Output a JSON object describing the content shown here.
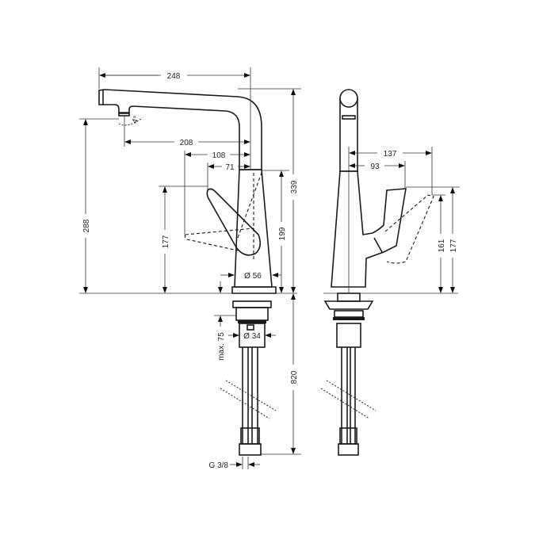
{
  "drawing": {
    "title": "Kitchen faucet technical dimension drawing",
    "views": [
      "front-view",
      "side-view"
    ],
    "front_view": {
      "dimensions": {
        "spout_reach": "248",
        "outlet_to_center": "208",
        "lever_reach_open": "108",
        "lever_reach_closed": "71",
        "spout_angle": "4°",
        "outlet_height": "288",
        "total_height": "339",
        "lever_height": "177",
        "body_top_height": "199",
        "body_diameter": "Ø 56",
        "mount_depth": "max. 75",
        "shank_diameter": "Ø 34",
        "hose_length": "820",
        "connection_thread": "G 3/8"
      }
    },
    "side_view": {
      "dimensions": {
        "lever_reach_max": "137",
        "lever_reach": "93",
        "lever_height_tilted": "161",
        "lever_height": "177"
      }
    },
    "colors": {
      "line": "#1a1a1a",
      "background": "#ffffff"
    }
  }
}
